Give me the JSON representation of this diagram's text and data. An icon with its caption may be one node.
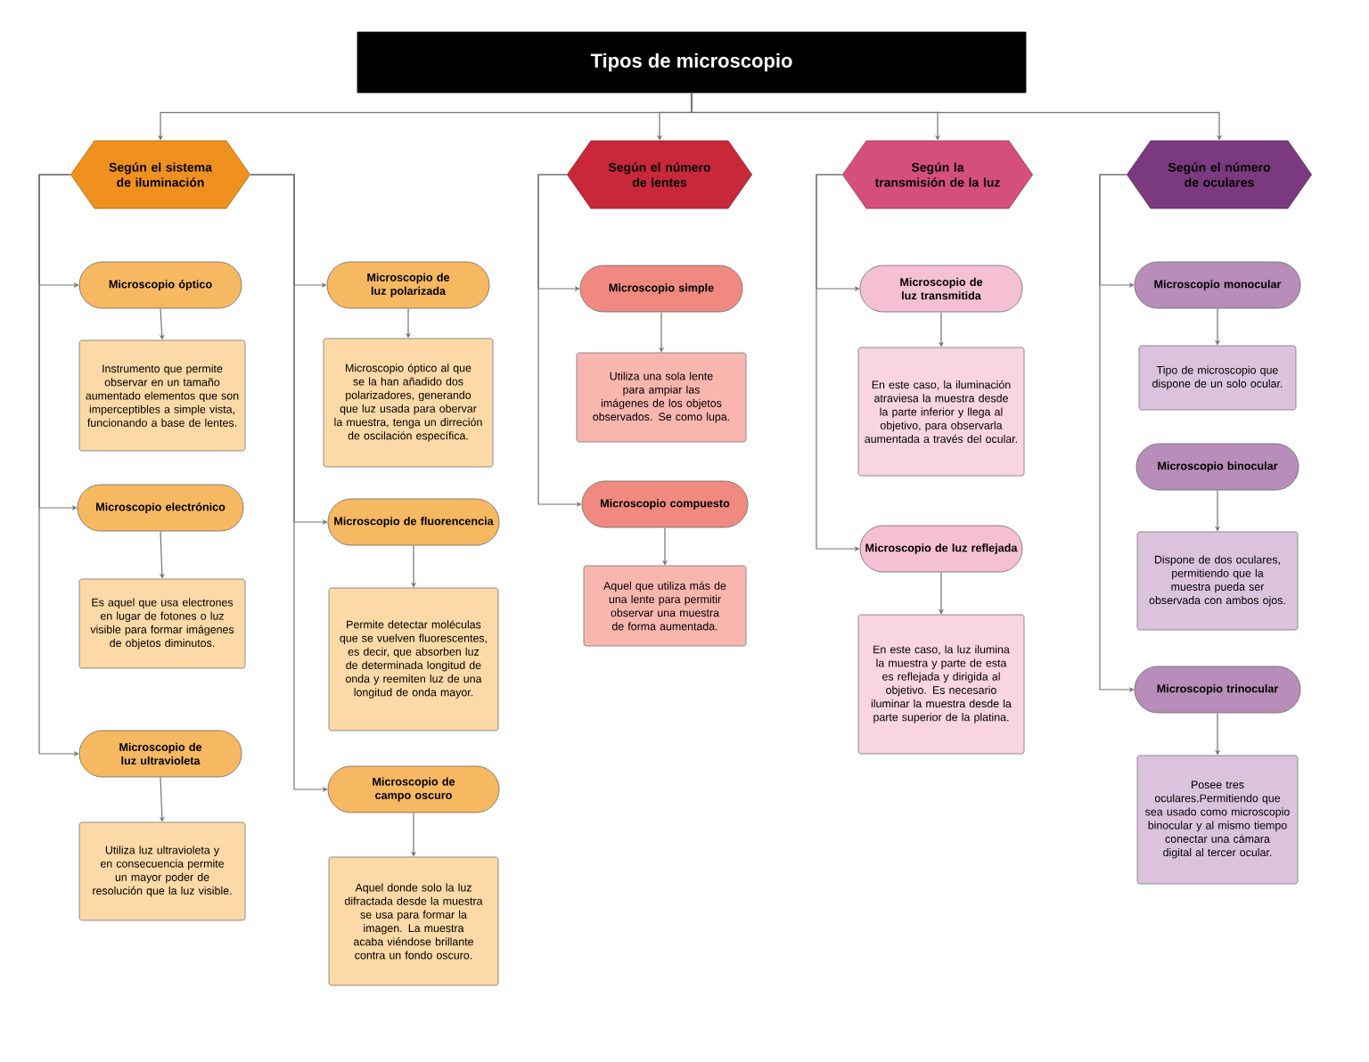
{
  "diagram": {
    "nodes": [
      {
        "text": [
          "Tipos de microscopio"
        ]
      },
      {
        "text": [
          "Según el sistema de iluminación"
        ]
      },
      {
        "text": [
          "Según el número de lentes"
        ]
      },
      {
        "text": [
          "Según la transmisión de la luz"
        ]
      },
      {
        "text": [
          "Según el número de oculares"
        ]
      },
      {
        "text": [
          "Microscopio óptico"
        ]
      },
      {
        "text": [
          "Instrumento que permite observar en un tamaño aumentado elementos que son imperceptibles a simple vista, funcionando a base de lentes."
        ]
      },
      {
        "text": [
          "Microscopio electrónico"
        ]
      },
      {
        "text": [
          "Es aquel que usa electrones en lugar de fotones o luz visible para formar imágenes de objetos diminutos."
        ]
      },
      {
        "text": [
          "Microscopio de luz ultravioleta"
        ]
      },
      {
        "text": [
          "Utiliza luz ultravioleta y en consecuencia permite un mayor poder de resolución que la luz visible."
        ]
      },
      {
        "text": [
          "Microscopio de luz polarizada"
        ]
      },
      {
        "text": [
          "Microscopio óptico al que se la han añadido dos polarizadores, generando que luz usada para obervar la muestra, tenga un dirreción de oscilación específica."
        ]
      },
      {
        "text": [
          "Microscopio de fluorencencia"
        ]
      },
      {
        "text": [
          "Permite detectar moléculas que se vuelven fluorescentes, es decir, que absorben luz de determinada longitud de onda y reemiten luz de una longitud de onda mayor."
        ]
      },
      {
        "text": [
          "Microscopio de campo oscuro"
        ]
      },
      {
        "text": [
          "Aquel donde solo la luz difractada desde la muestra se usa para formar la imagen. La muestra acaba  viéndose brillante contra un fondo oscuro."
        ]
      },
      {
        "text": [
          "Microscopio simple"
        ]
      },
      {
        "text": [
          "Utiliza una sola lente para ampiar las imágenes de los objetos observados. Se como lupa."
        ]
      },
      {
        "text": [
          "Microscopio compuesto"
        ]
      },
      {
        "text": [
          "Aquel que utiliza más de una lente para permitir observar una muestra de forma aumentada."
        ]
      },
      {
        "text": [
          "Microscopio de luz transmitida"
        ]
      },
      {
        "text": [
          "En este caso, la iluminación atraviesa la muestra desde la parte inferior y llega al objetivo, para observarla aumentada a través del ocular."
        ]
      },
      {
        "text": [
          "Microscopio de luz reflejada"
        ]
      },
      {
        "text": [
          "En este caso, la luz ilumina la muestra y parte de esta es reflejada y dirigida al objetivo. Es  necesario iluminar la muestra desde la parte superior de la platina."
        ]
      },
      {
        "text": [
          "Microscopio monocular"
        ]
      },
      {
        "text": [
          "Tipo de microscopio que dispone de un solo ocular."
        ]
      },
      {
        "text": [
          "Microscopio binocular"
        ]
      },
      {
        "text": [
          "Dispone de dos oculares, permitiendo que la muestra pueda ser observada con ambos ojos."
        ]
      },
      {
        "text": [
          "Microscopio trinocular"
        ]
      },
      {
        "text": [
          "Posee tres oculares.Permitiendo que sea usado como microscopio binocular y al mismo tiempo conectar una cámara digital al tercer ocular."
        ]
      }
    ],
    "edges": [
      {
        "from": 0,
        "to": 1,
        "arrow": "to"
      },
      {
        "from": 0,
        "to": 2,
        "arrow": "to"
      },
      {
        "from": 0,
        "to": 3,
        "arrow": "to"
      },
      {
        "from": 0,
        "to": 4,
        "arrow": "to"
      },
      {
        "from": 1,
        "to": 5,
        "arrow": "to"
      },
      {
        "from": 5,
        "to": 6,
        "arrow": "to"
      },
      {
        "from": 1,
        "to": 7,
        "arrow": "to"
      },
      {
        "from": 7,
        "to": 8,
        "arrow": "to"
      },
      {
        "from": 1,
        "to": 9,
        "arrow": "to"
      },
      {
        "from": 9,
        "to": 10,
        "arrow": "to"
      },
      {
        "from": 1,
        "to": 11,
        "arrow": "to"
      },
      {
        "from": 11,
        "to": 12,
        "arrow": "to"
      },
      {
        "from": 1,
        "to": 13,
        "arrow": "to"
      },
      {
        "from": 13,
        "to": 14,
        "arrow": "to"
      },
      {
        "from": 1,
        "to": 15,
        "arrow": "to"
      },
      {
        "from": 15,
        "to": 16,
        "arrow": "to"
      },
      {
        "from": 2,
        "to": 17,
        "arrow": "to"
      },
      {
        "from": 17,
        "to": 18,
        "arrow": "to"
      },
      {
        "from": 2,
        "to": 19,
        "arrow": "to"
      },
      {
        "from": 19,
        "to": 20,
        "arrow": "to"
      },
      {
        "from": 3,
        "to": 21,
        "arrow": "to"
      },
      {
        "from": 21,
        "to": 22,
        "arrow": "to"
      },
      {
        "from": 3,
        "to": 23,
        "arrow": "to"
      },
      {
        "from": 23,
        "to": 24,
        "arrow": "to"
      },
      {
        "from": 4,
        "to": 25,
        "arrow": "to"
      },
      {
        "from": 25,
        "to": 26,
        "arrow": "to"
      },
      {
        "from": 27,
        "to": 28,
        "arrow": "to"
      },
      {
        "from": 4,
        "to": 29,
        "arrow": "to"
      },
      {
        "from": 29,
        "to": 30,
        "arrow": "to"
      }
    ]
  }
}
